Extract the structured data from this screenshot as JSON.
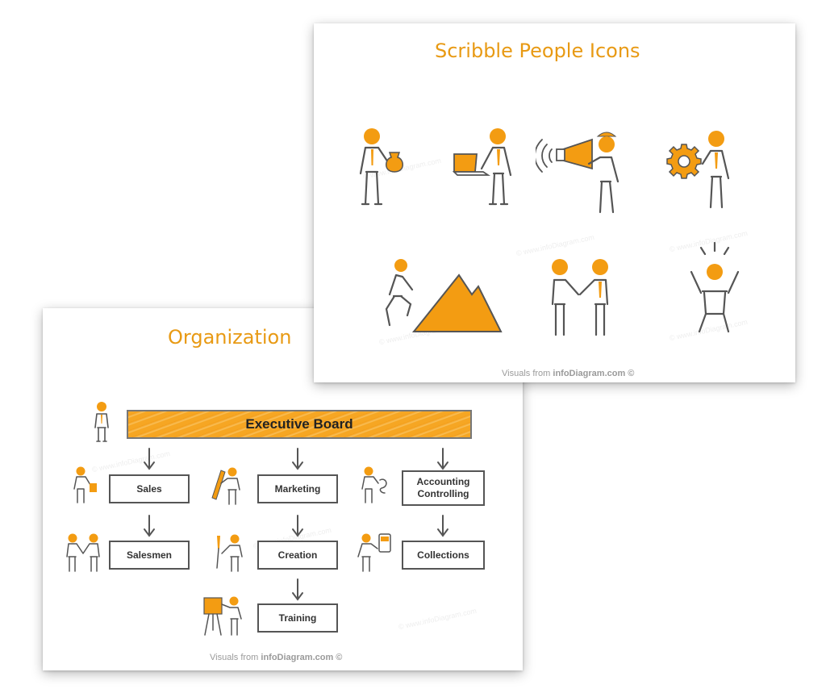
{
  "back_slide": {
    "title": "Scribble People Icons",
    "footer_prefix": "Visuals from",
    "footer_brand": "infoDiagram.com ©",
    "watermark": "© www.infoDiagram.com",
    "icons": [
      "person-with-money-bag-icon",
      "person-with-laptop-icon",
      "person-with-megaphone-icon",
      "person-with-gear-icon",
      "person-climbing-mountain-icon",
      "people-handshake-icon",
      "excited-person-icon"
    ]
  },
  "front_slide": {
    "title": "Organization",
    "footer_prefix": "Visuals from",
    "footer_brand": "infoDiagram.com ©",
    "watermark": "© www.infoDiagram.com",
    "org_chart": {
      "root": "Executive Board",
      "columns": [
        {
          "level1": "Sales",
          "level2": "Salesmen"
        },
        {
          "level1": "Marketing",
          "level2": "Creation",
          "level3": "Training"
        },
        {
          "level1": "Accounting\nControlling",
          "level2": "Collections"
        }
      ]
    }
  },
  "colors": {
    "accent": "#f39c12",
    "title": "#e89a14",
    "stroke": "#555555"
  }
}
